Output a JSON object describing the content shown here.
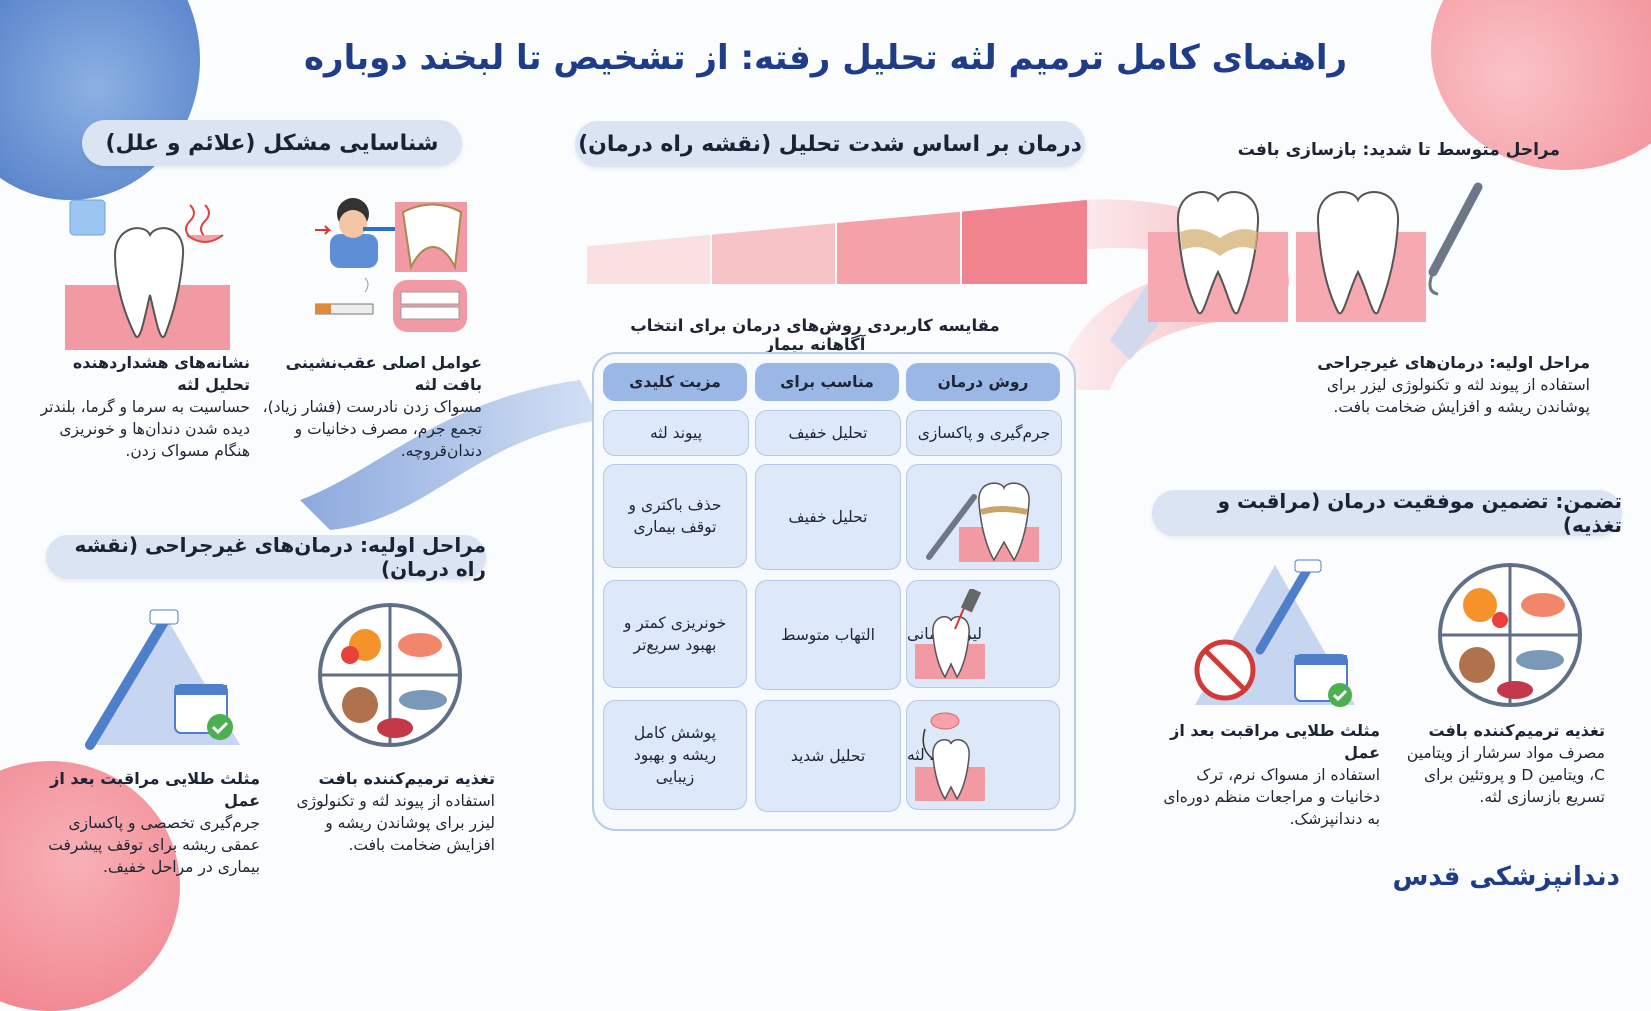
{
  "title": "راهنمای کامل ترمیم لثه تحلیل رفته: از تشخیص تا لبخند دوباره",
  "sections": {
    "identify": "شناسایی مشکل (علائم و علل)",
    "treatment_severity": "درمان بر اساس شدت تحلیل (نقشه راه درمان)",
    "early_nonsurgical": "مراحل اولیه: درمان‌های غیرجراحی (نقشه راه درمان)",
    "ensure_success": "تضمن: تضمین موفقیت درمان (مراقبت و تغذیه)"
  },
  "symptoms": {
    "warning_title": "نشانه‌های هشداردهنده تحلیل لثه",
    "warning_text": "حساسیت به سرما و گرما، بلندتر دیده شدن دندان‌ها و خونریزی هنگام مسواک زدن.",
    "causes_title": "عوامل اصلی عقب‌نشینی بافت لثه",
    "causes_text": "مسواک زدن نادرست (فشار زیاد)، تجمع جرم، مصرف دخانیات و دندان‌قروچه."
  },
  "right_column": {
    "moderate_title": "مراحل متوسط تا شدید: بازسازی بافت",
    "early_title": "مراحل اولیه: درمان‌های غیرجراحی",
    "early_text": "استفاده از پیوند لثه و تکنولوژی لیزر برای پوشاندن ریشه و افزایش ضخامت بافت."
  },
  "table": {
    "caption": "مقایسه کاربردی روش‌های درمان برای انتخاب آگاهانه بیمار",
    "headers": [
      "روش درمان",
      "مناسب برای",
      "مزیت کلیدی"
    ],
    "rows": [
      {
        "method": "جرم‌گیری و پاکسازی",
        "suited": "تحلیل خفیف",
        "benefit": "پیوند لثه",
        "icon": "none"
      },
      {
        "method": "",
        "suited": "تحلیل خفیف",
        "benefit": "حذف باکتری و توقف بیماری",
        "icon": "scaler-tooth-icon"
      },
      {
        "method": "لیزر درمانی",
        "suited": "التهاب متوسط",
        "benefit": "خونریزی کمتر و بهبود سریع‌تر",
        "icon": "laser-tooth-icon"
      },
      {
        "method": "پیوند لثه",
        "suited": "تحلیل شدید",
        "benefit": "پوشش کامل ریشه و بهبود زیبایی",
        "icon": "graft-tooth-icon"
      }
    ]
  },
  "bottom_left": {
    "triangle_title": "مثلث طلایی مراقبت بعد از عمل",
    "triangle_text": "جرم‌گیری تخصصی و پاکسازی عمقی ریشه برای توقف پیشرفت بیماری در مراحل خفیف.",
    "nutrition_title": "تغذیه ترمیم‌کننده بافت",
    "nutrition_text": "استفاده از پیوند لثه و تکنولوژی لیزر برای پوشاندن ریشه و افزایش ضخامت بافت."
  },
  "bottom_right": {
    "triangle_title": "مثلث طلایی مراقبت بعد از عمل",
    "triangle_text": "استفاده از مسواک نرم، ترک دخانیات و مراجعات منظم دوره‌ای به دندانپزشک.",
    "nutrition_title": "تغذیه ترمیم‌کننده بافت",
    "nutrition_text": "مصرف مواد سرشار از ویتامین C، ویتامین D و پروتئین برای تسریع بازسازی لثه."
  },
  "brand": "دندانپزشکی قدس",
  "colors": {
    "title": "#1f3c88",
    "pill": "#dbe4f3",
    "pink": "#f28a93",
    "blue": "#6f98d8"
  }
}
